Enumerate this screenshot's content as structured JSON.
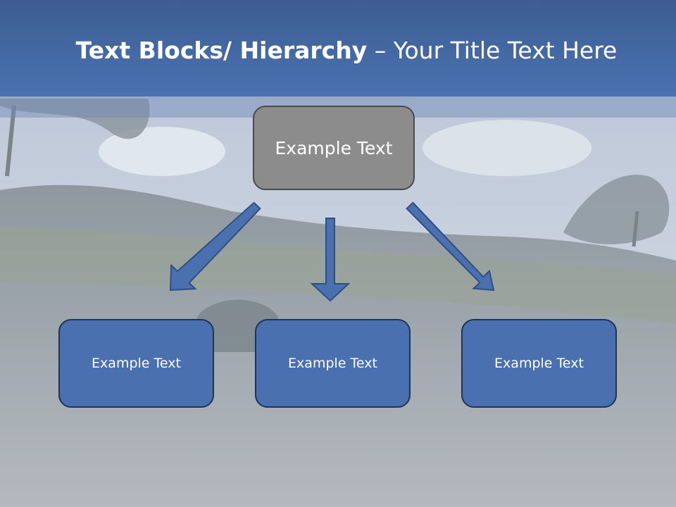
{
  "slide": {
    "title_bold": "Text Blocks/ Hierarchy",
    "title_sep": " – ",
    "title_rest": "Your Title Text Here"
  },
  "diagram": {
    "root": {
      "label": "Example Text"
    },
    "children": [
      {
        "label": "Example Text"
      },
      {
        "label": "Example Text"
      },
      {
        "label": "Example Text"
      }
    ]
  },
  "colors": {
    "title_bar": "#4a72b0",
    "root_box": "#8c8c8c",
    "child_box": "#4a70b0",
    "arrow": "#4a70b0"
  }
}
